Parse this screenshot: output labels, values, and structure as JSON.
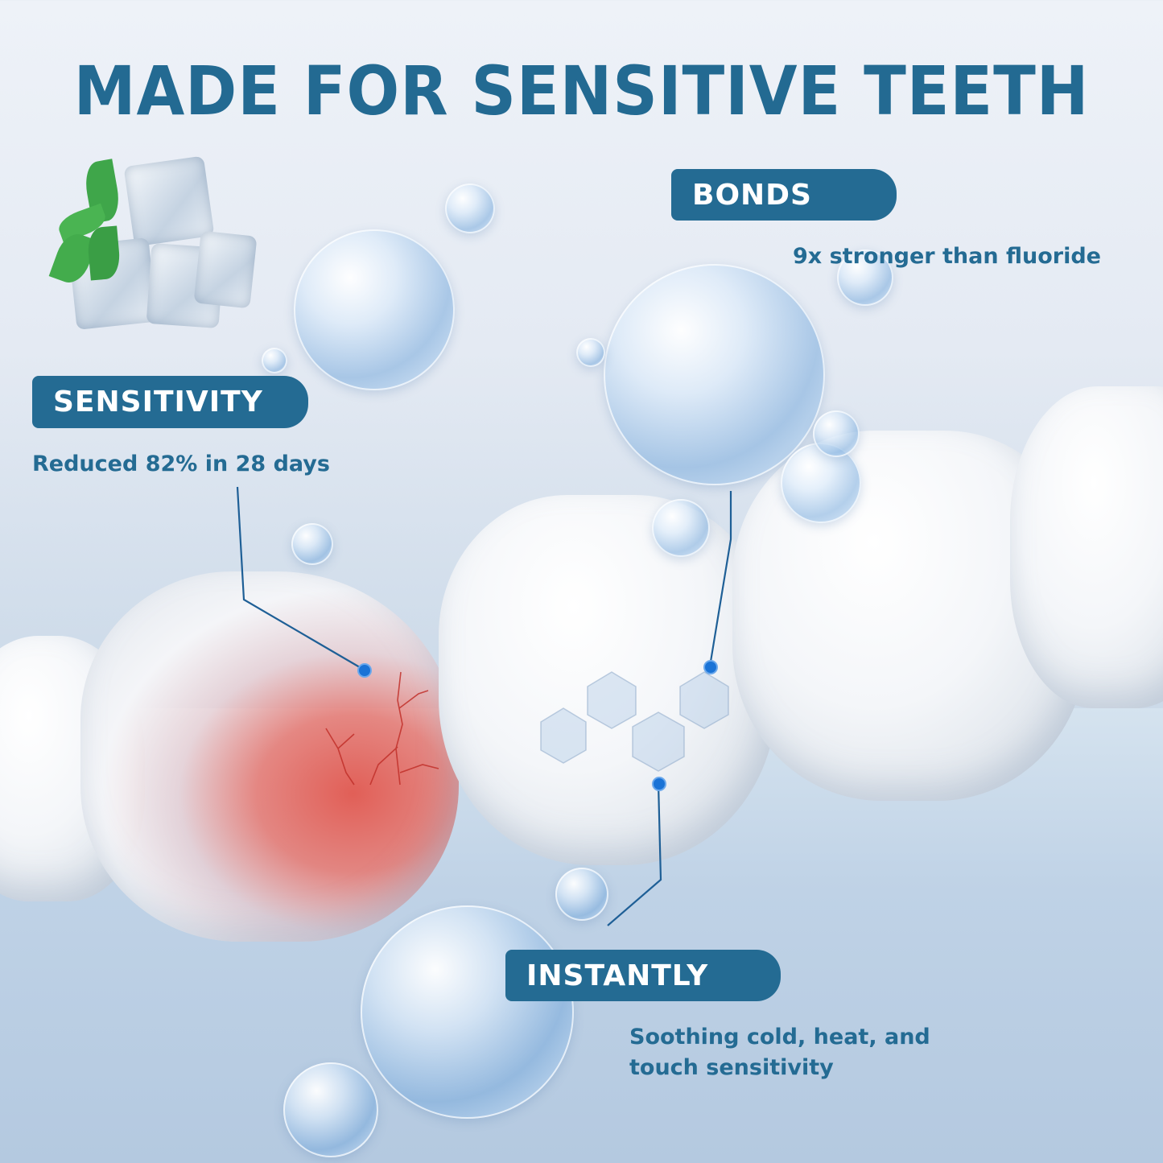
{
  "headline": "MADE FOR SENSITIVE TEETH",
  "callouts": [
    {
      "label": "SENSITIVITY",
      "description": "Reduced 82% in 28 days"
    },
    {
      "label": "BONDS",
      "description": "9x stronger than fluoride"
    },
    {
      "label": "INSTANTLY",
      "description_line1": "Soothing cold, heat, and",
      "description_line2": "touch sensitivity"
    }
  ],
  "colors": {
    "brand_blue": "#246b93",
    "connector_blue": "#1a73d6",
    "sensitive_red": "#e06a63",
    "mint_green": "#3fa64a"
  },
  "illustration": {
    "elements": [
      "ice-cubes-with-mint",
      "molecule-bubbles",
      "molar-teeth",
      "sensitive-tooth-with-red-nerves",
      "hexagon-enamel-pattern"
    ]
  }
}
